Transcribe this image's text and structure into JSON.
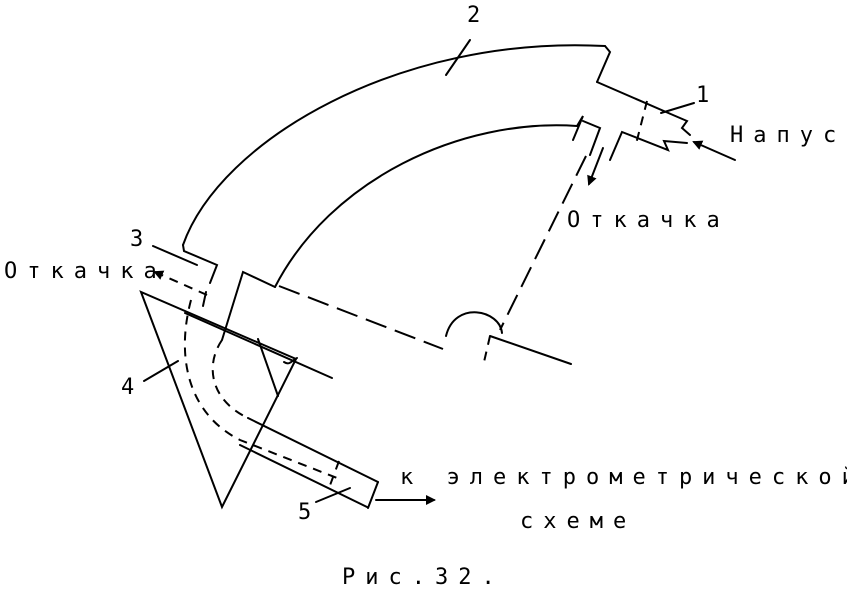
{
  "figure": {
    "caption": "Рис.32.",
    "labels": {
      "n1": "1",
      "n2": "2",
      "n3": "3",
      "n4": "4",
      "n5": "5",
      "inlet": "Напуск",
      "pump_right": "Откачка",
      "pump_left": "Откачка",
      "to_circuit_1": "к электрометрической",
      "to_circuit_2": "схеме"
    }
  }
}
